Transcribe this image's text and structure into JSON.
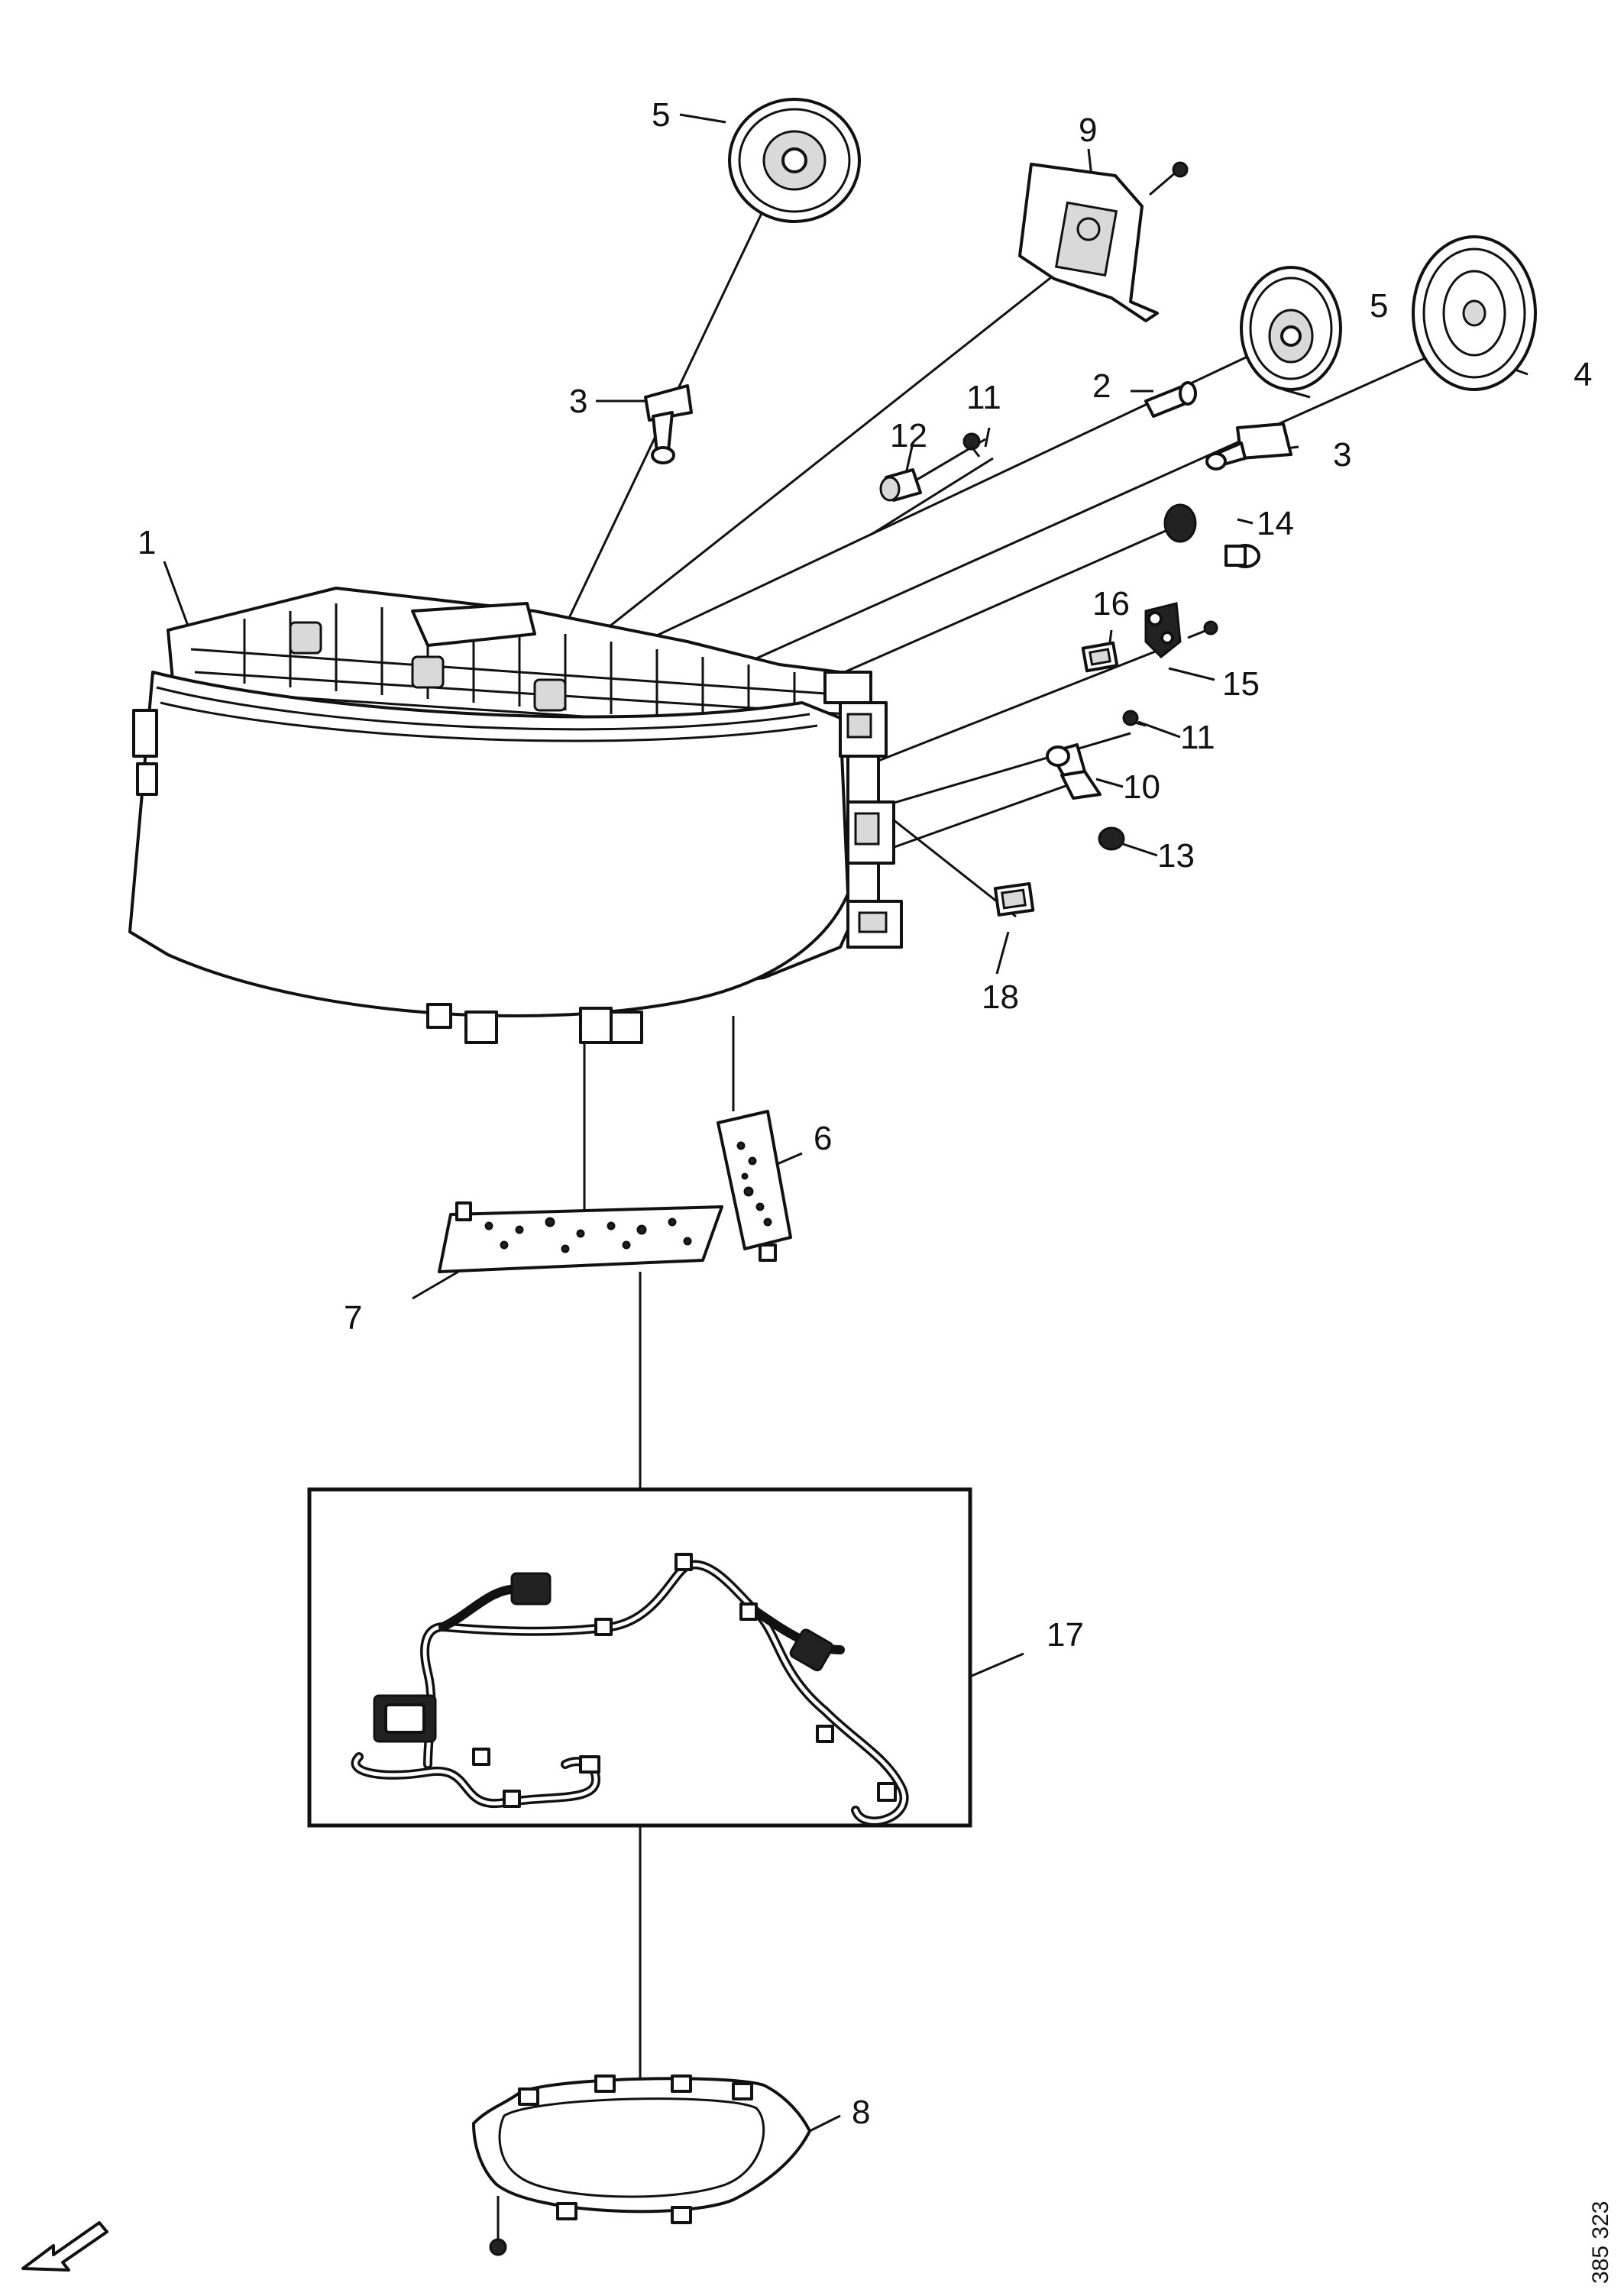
{
  "callouts": [
    {
      "id": "c1",
      "text": "1"
    },
    {
      "id": "c2",
      "text": "2"
    },
    {
      "id": "c3a",
      "text": "3"
    },
    {
      "id": "c3b",
      "text": "3"
    },
    {
      "id": "c4",
      "text": "4"
    },
    {
      "id": "c5a",
      "text": "5"
    },
    {
      "id": "c5b",
      "text": "5"
    },
    {
      "id": "c6",
      "text": "6"
    },
    {
      "id": "c7",
      "text": "7"
    },
    {
      "id": "c8",
      "text": "8"
    },
    {
      "id": "c9",
      "text": "9"
    },
    {
      "id": "c10",
      "text": "10"
    },
    {
      "id": "c11a",
      "text": "11"
    },
    {
      "id": "c11b",
      "text": "11"
    },
    {
      "id": "c12",
      "text": "12"
    },
    {
      "id": "c13",
      "text": "13"
    },
    {
      "id": "c14",
      "text": "14"
    },
    {
      "id": "c15",
      "text": "15"
    },
    {
      "id": "c16",
      "text": "16"
    },
    {
      "id": "c17",
      "text": "17"
    },
    {
      "id": "c18",
      "text": "18"
    }
  ],
  "document_number": "385 323"
}
